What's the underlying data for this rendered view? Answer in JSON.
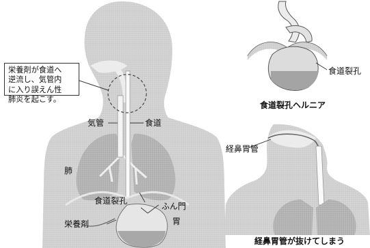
{
  "callout": {
    "lines": [
      "栄養剤が食道へ",
      "逆流し、気管内",
      "に入り誤えん性",
      "肺炎を起こす。"
    ]
  },
  "main_figure": {
    "labels": {
      "trachea": "気管",
      "esophagus": "食道",
      "lung": "肺",
      "hiatus": "食道裂孔",
      "cardia": "ふん門",
      "stomach": "胃",
      "nutrient": "栄養剤"
    }
  },
  "hernia_figure": {
    "hiatus_label": "食道裂孔",
    "caption": "食道裂孔ヘルニア"
  },
  "tube_figure": {
    "tube_label": "経鼻胃管",
    "caption": "経鼻胃管が抜けてしまう"
  }
}
